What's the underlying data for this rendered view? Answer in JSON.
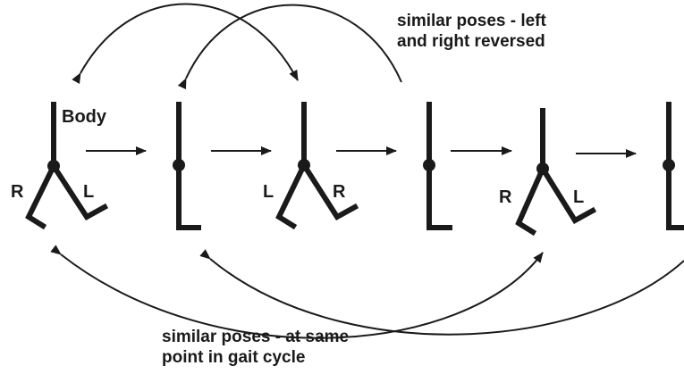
{
  "colors": {
    "figure": "#1a1a1a",
    "background": "#ffffff"
  },
  "top_caption": {
    "line1": "similar poses - left",
    "line2": "and right reversed"
  },
  "bottom_caption": {
    "line1": "similar poses - at same",
    "line2": "point in gait cycle"
  },
  "body_label": "Body",
  "leg_labels": {
    "pose1_left": "R",
    "pose1_right": "L",
    "pose3_left": "L",
    "pose3_right": "R",
    "pose5_left": "R",
    "pose5_right": "L"
  }
}
